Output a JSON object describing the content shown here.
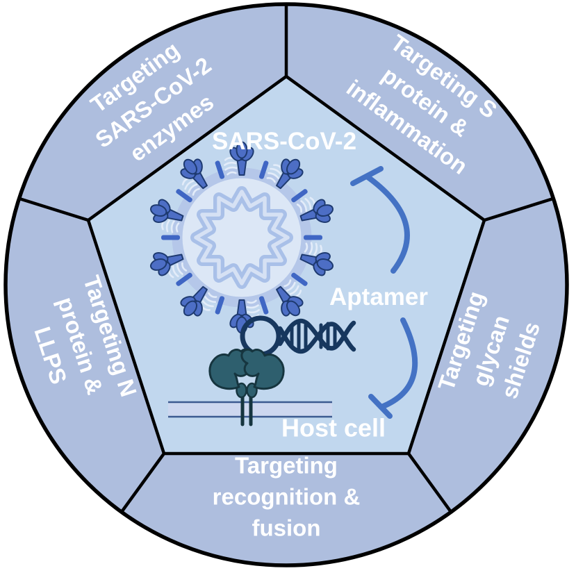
{
  "segments": {
    "top_left": {
      "label": "Targeting\nSARS-CoV-2\nenzymes"
    },
    "top_right": {
      "label": "Targeting S\nprotein &\ninflammation"
    },
    "right": {
      "label": "Targeting\nglycan\nshields"
    },
    "bottom": {
      "label": "Targeting\nrecognition &\nfusion"
    },
    "left": {
      "label": "Targeting N\nprotein &\nLLPS"
    }
  },
  "center": {
    "virus_label": "SARS-CoV-2",
    "aptamer_label": "Aptamer",
    "host_cell_label": "Host cell"
  },
  "icons": {
    "virus": "sars-cov-2-virion-icon",
    "aptamer": "aptamer-dna-loop-icon",
    "receptor": "host-cell-receptor-icon",
    "inhibition_arrows": "blunt-end-inhibition-arrow-icon"
  },
  "colors": {
    "background": "#ffffff",
    "outer_ring_fill": "#aebede",
    "pentagon_fill": "#c1d7ee",
    "outline": "#000000",
    "label_text": "#ffffff",
    "arrow": "#4472c4",
    "virus_inner": "#dce7f6",
    "virus_envelope": "#b5c7e9",
    "virus_rna": "#a9c0e8",
    "virus_rna_highlight": "#d6e1f4",
    "virus_membrane_rod": "#3f66c4",
    "virus_coil": "#e3ecf9",
    "spike_fill": "#4d6ec5",
    "spike_outline": "#1e3a70",
    "aptamer_stroke": "#17375e",
    "receptor_fill": "#2e5f6e",
    "receptor_outline": "#16353f",
    "cell_membrane_fill": "#cdd7ef",
    "cell_membrane_line": "#3c5a90"
  }
}
